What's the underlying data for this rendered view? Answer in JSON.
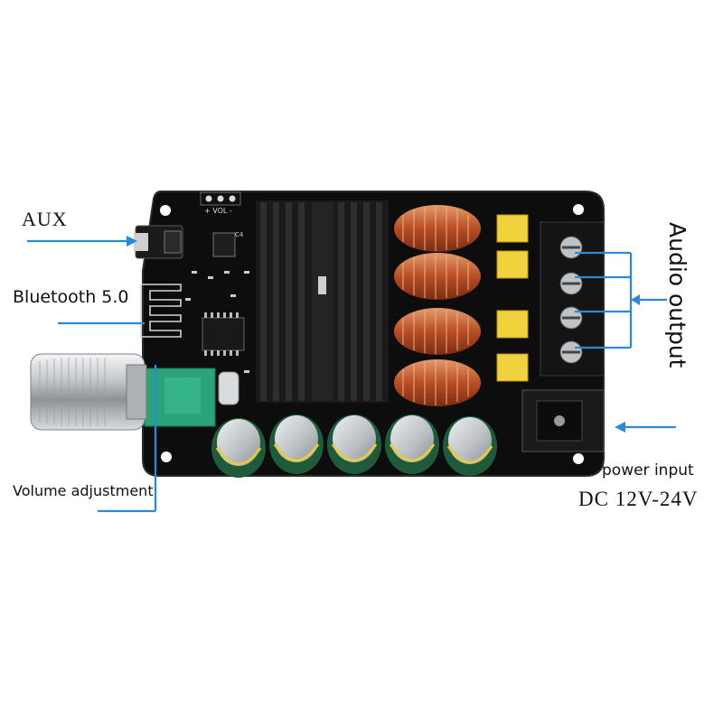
{
  "labels": {
    "aux": "AUX",
    "bluetooth": "Bluetooth 5.0",
    "volume": "Volume adjustment",
    "audio_output": "Audio output",
    "power_input": "power input",
    "dc_range": "DC 12V-24V"
  },
  "board_print": {
    "vol_header": "+ VOL -",
    "c4": "C4"
  },
  "colors": {
    "pcb": "#0d0d0d",
    "heatsink": "#1a1a1a",
    "copper_coil": "#c0552a",
    "capacitor_body": "#1f5a3a",
    "capacitor_top": "#cfd3d6",
    "film_cap": "#f2d23c",
    "terminal_block": "#141414",
    "pot_board": "#2aa37a",
    "knob": "#c9cdd1",
    "callout_line": "#2a8ad8"
  }
}
